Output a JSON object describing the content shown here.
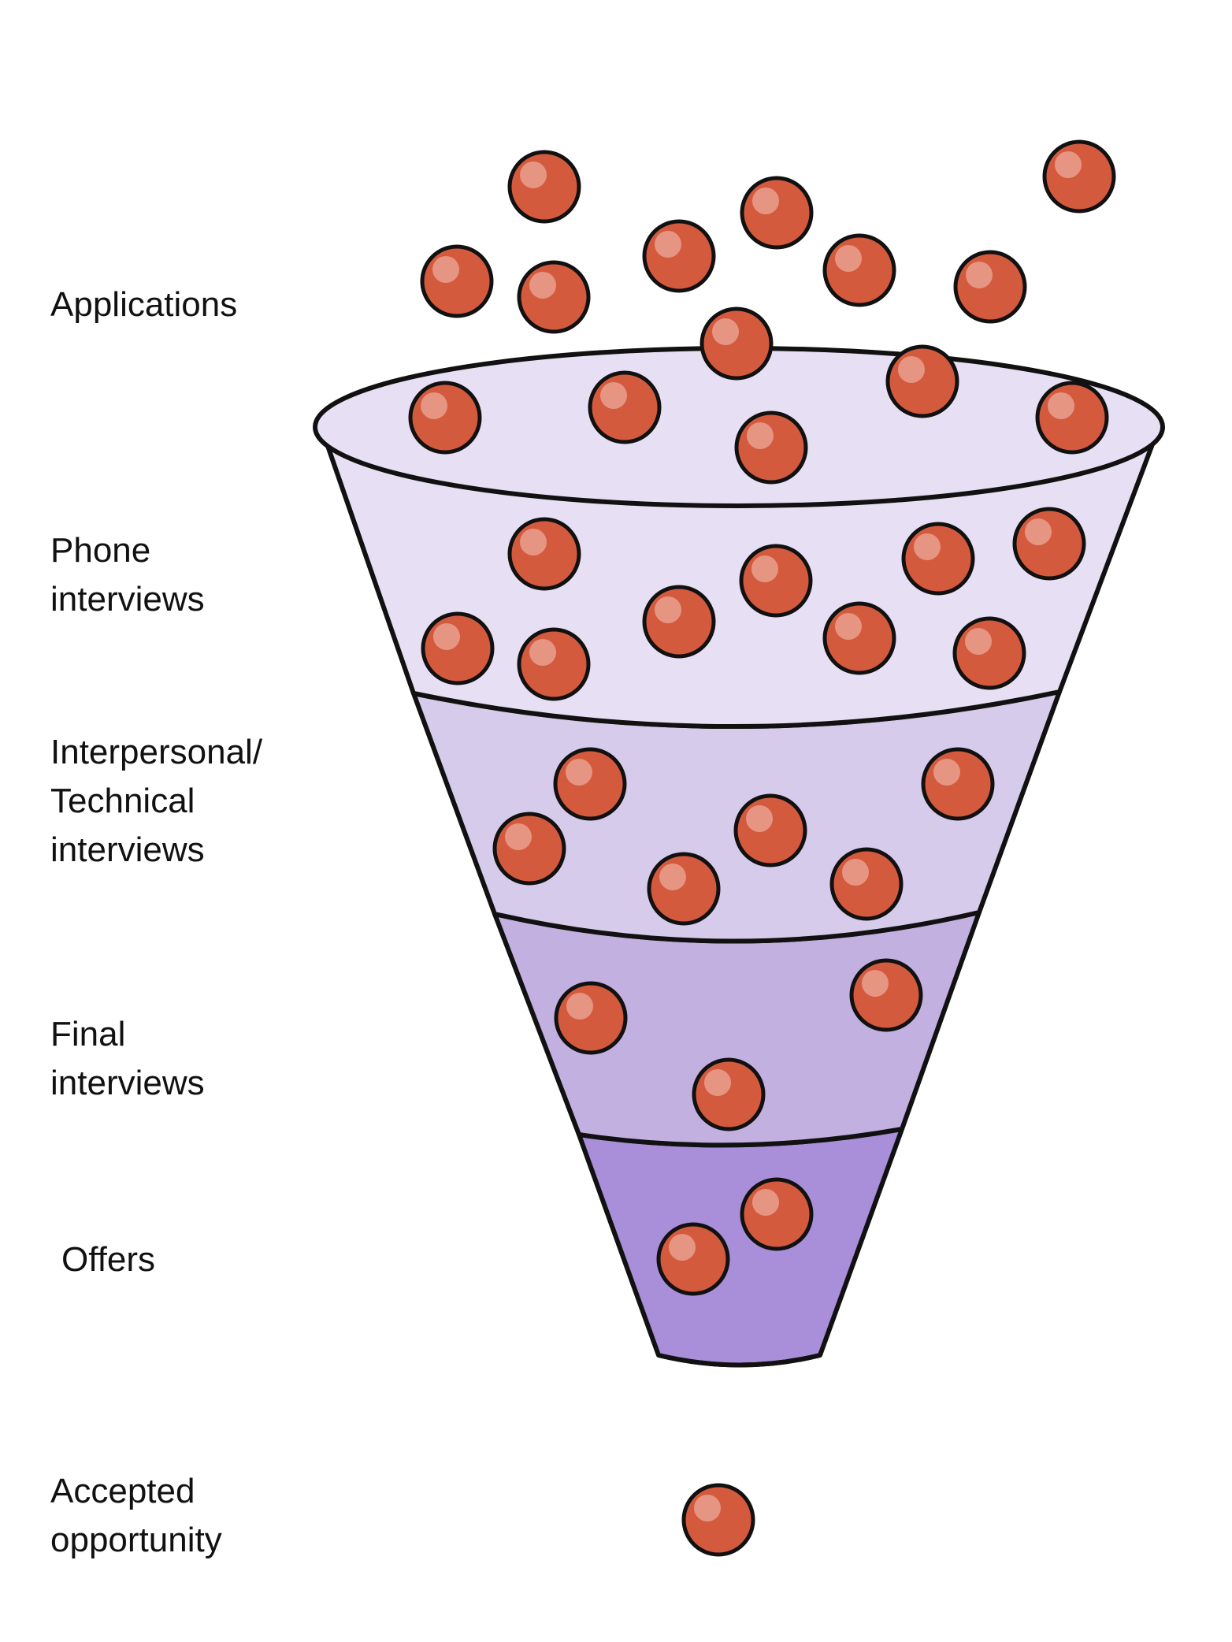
{
  "stages": [
    {
      "id": "applications",
      "label": "Applications"
    },
    {
      "id": "phone",
      "label": "Phone\ninterviews"
    },
    {
      "id": "technical",
      "label": "Interpersonal/\nTechnical\ninterviews"
    },
    {
      "id": "final",
      "label": "Final\ninterviews"
    },
    {
      "id": "offers",
      "label": "Offers"
    },
    {
      "id": "accepted",
      "label": "Accepted\nopportunity"
    }
  ],
  "colors": {
    "rim": "#e7e0f4",
    "band_phone": "#e7e0f4",
    "band_technical": "#d6cbea",
    "band_final": "#c1b0e0",
    "band_offers": "#a98fd9",
    "outline": "#111111",
    "ball": "#d45a3e",
    "ball_highlight": "#e69583",
    "text": "#111111"
  }
}
